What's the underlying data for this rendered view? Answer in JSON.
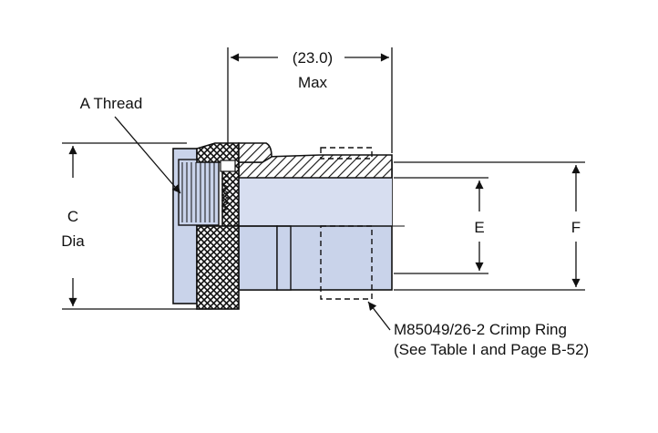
{
  "labels": {
    "overall_length": "(23.0)",
    "overall_length_sub": "Max",
    "thread": "A Thread",
    "c_dia_line1": "C",
    "c_dia_line2": "Dia",
    "dim_e": "E",
    "dim_f": "F",
    "crimp_ring_line1": "M85049/26-2 Crimp Ring",
    "crimp_ring_line2": "(See Table I and Page B-52)"
  },
  "colors": {
    "body_fill": "#c9d3ea",
    "body_stroke": "#111111",
    "knurl_fill": "#ffffff",
    "hatch": "#111111"
  }
}
